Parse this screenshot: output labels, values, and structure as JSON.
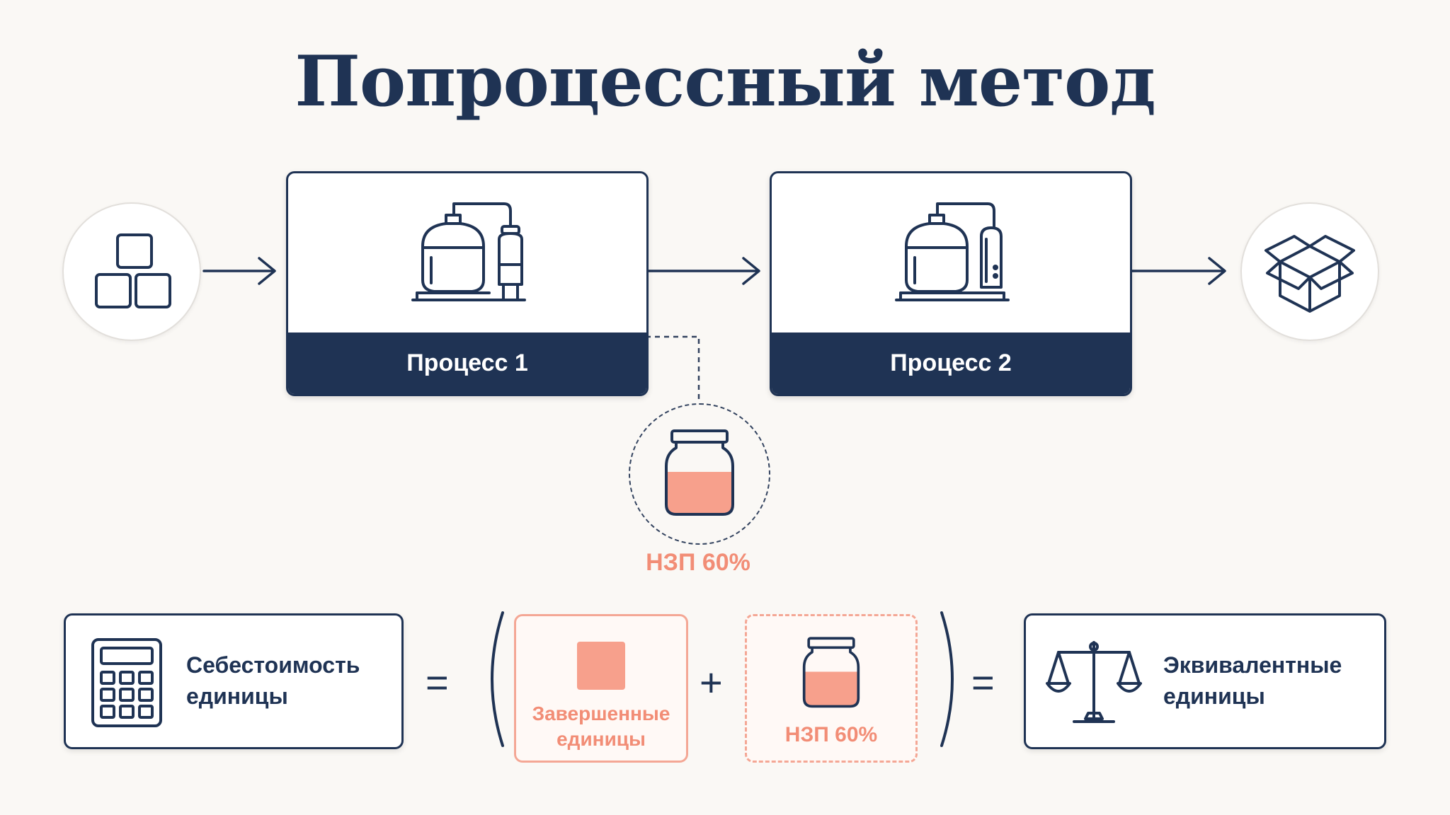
{
  "title": "Попроцессный метод",
  "processes": [
    {
      "label": "Процесс 1"
    },
    {
      "label": "Процесс 2"
    }
  ],
  "wip": {
    "label": "НЗП 60%",
    "icon": "jar-icon"
  },
  "formula": {
    "unit_cost": "Себестоимость единицы",
    "unit_cost_lines": [
      "Себестоимость",
      "единицы"
    ],
    "equals": "=",
    "plus": "+",
    "completed_lines": [
      "Завершенные",
      "единицы"
    ],
    "wip_label": "НЗП 60%",
    "equivalent_lines": [
      "Эквивалентные",
      "единицы"
    ]
  },
  "icons": {
    "input": "blocks-icon",
    "process": "tank-icon",
    "output": "open-box-icon",
    "calculator": "calculator-icon",
    "scales": "scales-icon"
  },
  "colors": {
    "navy": "#1f3354",
    "accent": "#f28d76",
    "accent_fill": "#f7a08c",
    "background": "#faf8f5"
  }
}
